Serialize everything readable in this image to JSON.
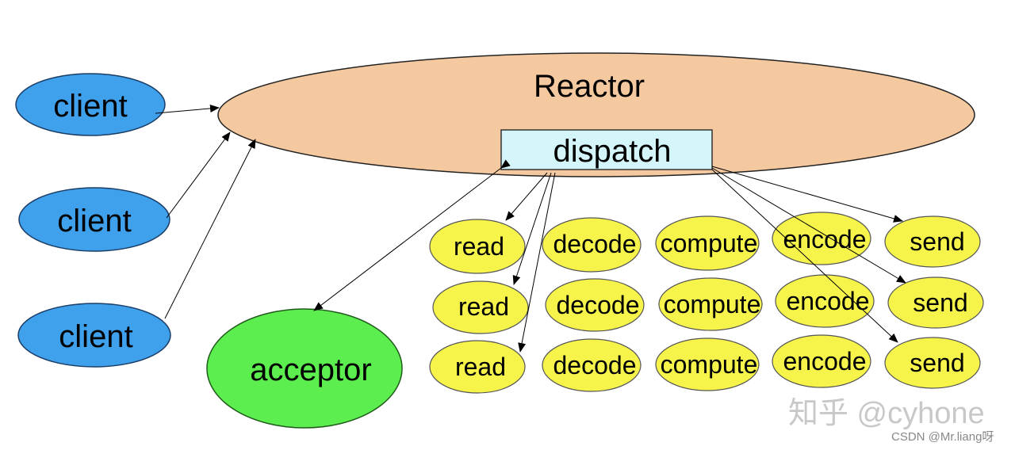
{
  "diagram": {
    "reactor": {
      "label": "Reactor",
      "fill": "#f5c9a0"
    },
    "dispatch": {
      "label": "dispatch",
      "fill": "#d4f6fb"
    },
    "clients": [
      "client",
      "client",
      "client"
    ],
    "client_fill": "#3fa0ec",
    "acceptor": {
      "label": "acceptor",
      "fill": "#5cee4e"
    },
    "handler_fill": "#f6f44a",
    "handler_rows": [
      [
        "read",
        "decode",
        "compute",
        "encode",
        "send"
      ],
      [
        "read",
        "decode",
        "compute",
        "encode",
        "send"
      ],
      [
        "read",
        "decode",
        "compute",
        "encode",
        "send"
      ]
    ]
  },
  "watermarks": {
    "zhihu": "知乎 @cyhone",
    "csdn": "CSDN @Mr.liang呀"
  }
}
